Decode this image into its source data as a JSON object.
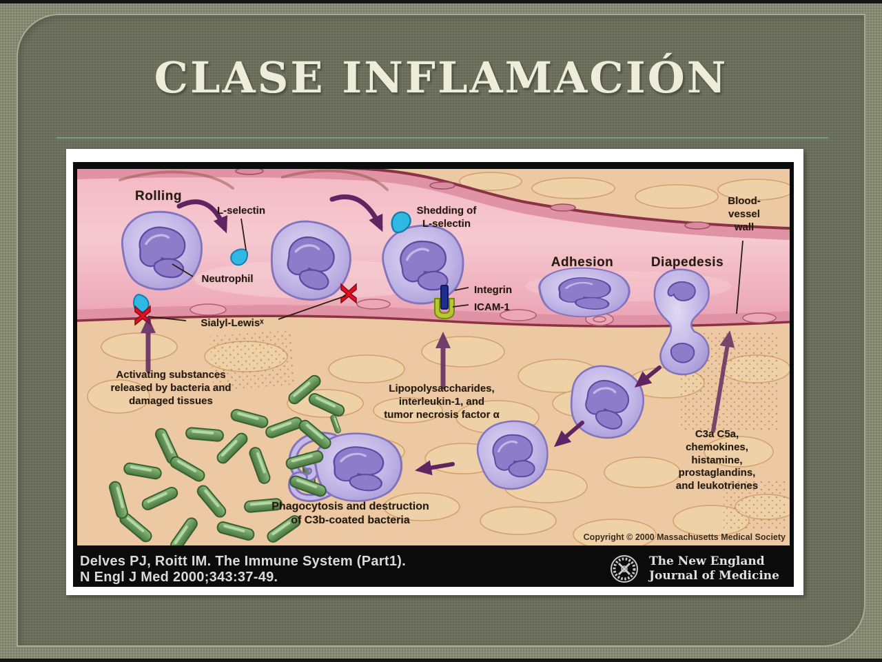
{
  "slide": {
    "title": "CLASE INFLAMACIÓN",
    "colors": {
      "outer_background": "#868971",
      "panel": "#6c6f5d",
      "panel_border": "#a9ac96",
      "title_text": "#eceddb",
      "rule_green": "#5d8f63"
    }
  },
  "figure": {
    "labels": {
      "rolling": "Rolling",
      "l_selectin": "L-selectin",
      "neutrophil": "Neutrophil",
      "sialyl_lewis": "Sialyl-Lewisˣ",
      "shedding": "Shedding of\nL-selectin",
      "integrin_icam": "Integrin\nICAM-1",
      "adhesion": "Adhesion",
      "diapedesis": "Diapedesis",
      "vessel_wall": "Blood-\nvessel\nwall",
      "activating": "Activating substances\nreleased by bacteria and\ndamaged tissues",
      "cytokines": "Lipopolysaccharides,\ninterleukin-1, and\ntumor necrosis factor α",
      "mediators": "C3a  C5a,\nchemokines,\nhistamine,\nprostaglandins,\nand leukotrienes",
      "phagocytosis": "Phagocytosis and destruction\nof C3b-coated bacteria",
      "copyright": "Copyright © 2000 Massachusetts Medical Society"
    },
    "citation": {
      "reference": "Delves PJ, Roitt IM. The Immune System (Part1).\nN Engl J Med 2000;343:37-49.",
      "journal": "The New England\nJournal of Medicine"
    },
    "colors": {
      "vessel_lumen_pink": "#f0b4c0",
      "vessel_wall_band": "#e193a6",
      "vessel_wall_line": "#8c3246",
      "tissue_tan": "#ecc9a2",
      "neutrophil_body": "#b3a6dd",
      "neutrophil_nucleus": "#8d7cca",
      "bacteria_green": "#5f8f54",
      "arrow_purple": "#5e2560",
      "selectin_cyan": "#2fb9e2",
      "sialyl_red": "#e01020",
      "integrin_navy": "#1d2f8c",
      "icam_yellow_green": "#b5c832",
      "citation_bar": "#0b0b0b"
    }
  }
}
